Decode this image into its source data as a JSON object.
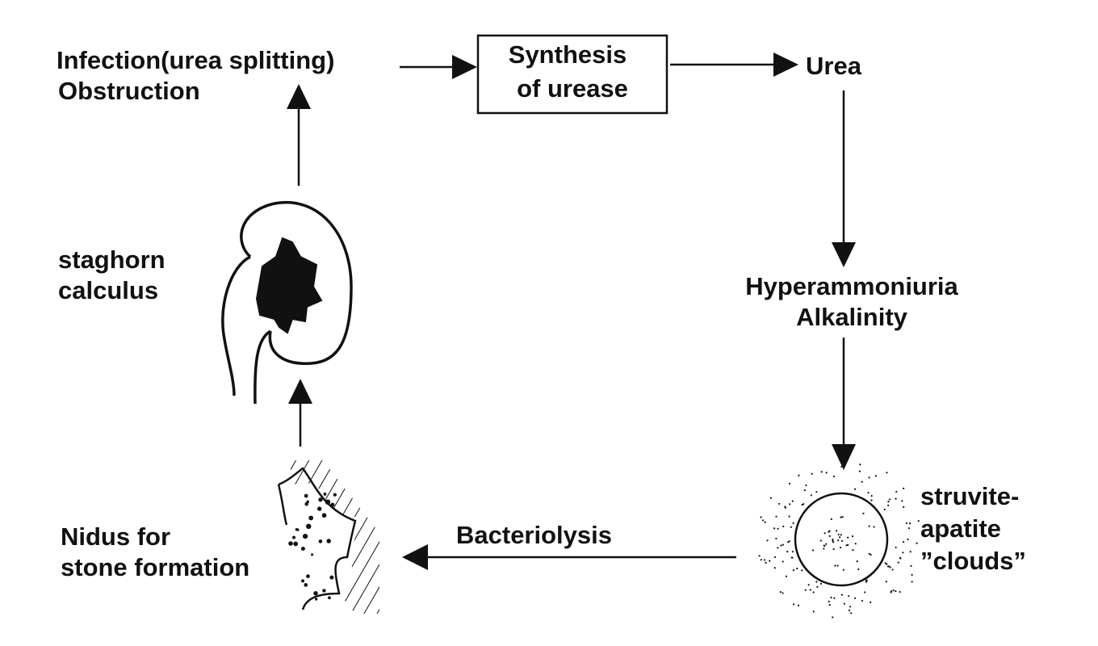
{
  "diagram": {
    "nodes": {
      "infection": {
        "line1": "Infection(urea splitting)",
        "line2": "Obstruction"
      },
      "urease": {
        "line1": "Synthesis",
        "line2": "of  urease"
      },
      "urea": {
        "label": "Urea"
      },
      "hyper": {
        "line1": "Hyperammoniuria",
        "line2": "Alkalinity"
      },
      "clouds": {
        "line1": "struvite-",
        "line2": "apatite",
        "line3": "”clouds”"
      },
      "bacteriolysis": {
        "label": "Bacteriolysis"
      },
      "nidus": {
        "line1": "Nidus for",
        "line2": "stone formation"
      },
      "staghorn": {
        "line1": "staghorn",
        "line2": "calculus"
      }
    },
    "edges": [
      [
        "infection",
        "urease"
      ],
      [
        "urease",
        "urea"
      ],
      [
        "urea",
        "hyper"
      ],
      [
        "hyper",
        "clouds"
      ],
      [
        "clouds",
        "nidus"
      ],
      [
        "nidus",
        "staghorn"
      ],
      [
        "staghorn",
        "infection"
      ]
    ]
  }
}
